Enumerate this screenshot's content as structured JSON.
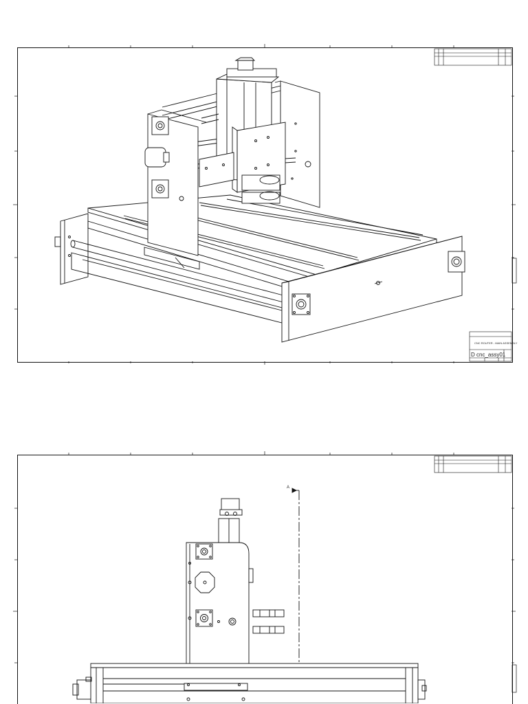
{
  "sheets": [
    {
      "title_block": {
        "drawing_title": "CNC ROUTER - MAIN ASSEMBLY",
        "drawing_number": "D cnc_assy01"
      }
    },
    {
      "section_marker": "A"
    }
  ]
}
